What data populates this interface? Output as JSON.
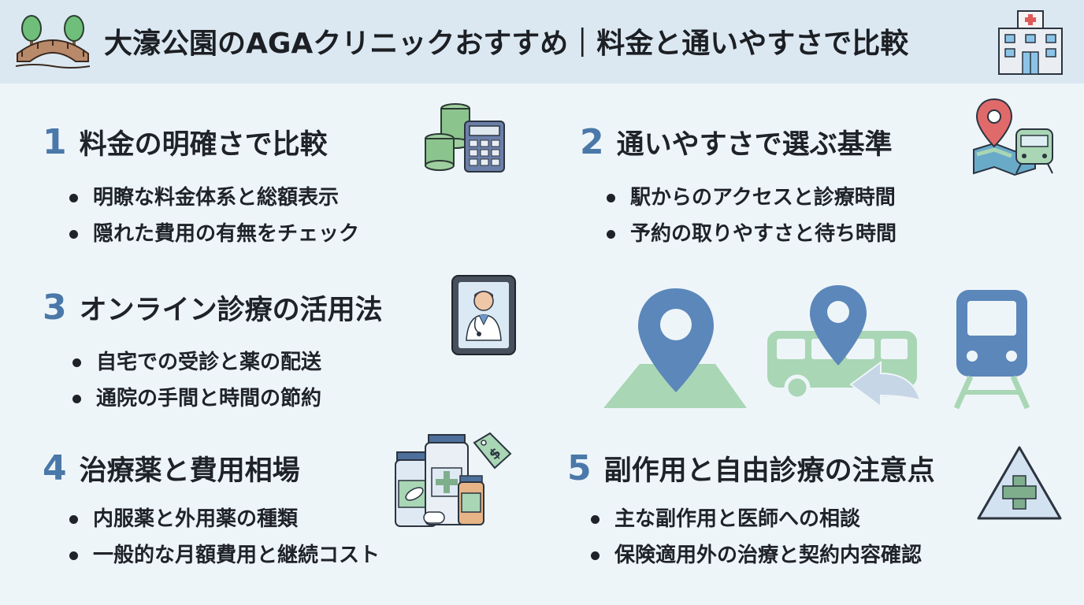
{
  "header": {
    "title": "大濠公園のAGAクリニックおすすめ｜料金と通いやすさで比較",
    "left_icon": "park-bridge-icon",
    "right_icon": "hospital-building-icon"
  },
  "colors": {
    "accent_number": "#4a78a9",
    "header_bg": "#dbe8f1",
    "page_bg": "#eef5f9",
    "map_blue": "#5b87ba",
    "map_green": "#a9d6b4"
  },
  "sections": [
    {
      "number": "1",
      "title": "料金の明確さで比較",
      "icon": "coins-calculator-icon",
      "bullets": [
        "明瞭な料金体系と総額表示",
        "隠れた費用の有無をチェック"
      ]
    },
    {
      "number": "2",
      "title": "通いやすさで選ぶ基準",
      "icon": "map-pin-train-icon",
      "bullets": [
        "駅からのアクセスと診療時間",
        "予約の取りやすさと待ち時間"
      ]
    },
    {
      "number": "3",
      "title": "オンライン診療の活用法",
      "icon": "tablet-doctor-icon",
      "bullets": [
        "自宅での受診と薬の配送",
        "通院の手間と時間の節約"
      ]
    },
    {
      "number": "4",
      "title": "治療薬と費用相場",
      "icon": "medicine-bottles-icon",
      "bullets": [
        "内服薬と外用薬の種類",
        "一般的な月額費用と継続コスト"
      ]
    },
    {
      "number": "5",
      "title": "副作用と自由診療の注意点",
      "icon": "warning-medical-cross-icon",
      "bullets": [
        "主な副作用と医師への相談",
        "保険適用外の治療と契約内容確認"
      ]
    }
  ],
  "illustration": {
    "icons": [
      "map-location-icon",
      "bus-location-icon",
      "train-icon"
    ]
  }
}
